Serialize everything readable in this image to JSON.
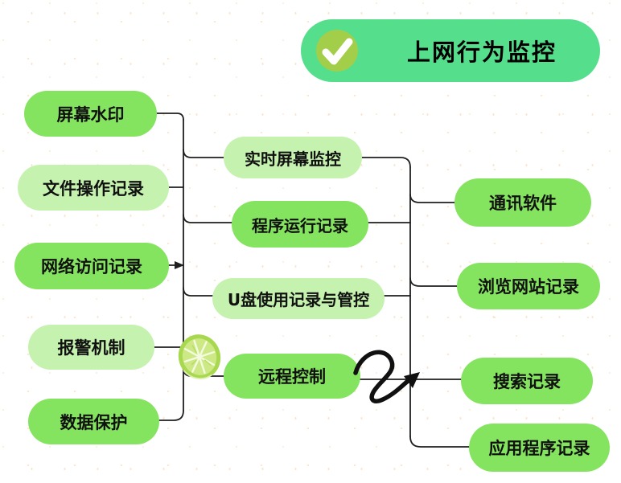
{
  "header": {
    "title": "上网行为监控",
    "icon": "check-icon",
    "pill_color": "#55df8d",
    "badge_color": "#a3ce49",
    "check_color": "#ffffff"
  },
  "colors": {
    "node_green": "#85e45f",
    "node_light_green": "#c5f2ae",
    "connector_line": "#1f1f1f",
    "text": "#111111",
    "background": "#ffffff",
    "background_dots": "#f9e4cc",
    "lime_rind": "#a8d84f",
    "lime_flesh": "#cde985",
    "arrow": "#111111"
  },
  "nodes": {
    "left": [
      {
        "label": "屏幕水印",
        "tone": "green"
      },
      {
        "label": "文件操作记录",
        "tone": "light"
      },
      {
        "label": "网络访问记录",
        "tone": "green"
      },
      {
        "label": "报警机制",
        "tone": "light"
      },
      {
        "label": "数据保护",
        "tone": "green"
      }
    ],
    "middle": [
      {
        "label": "实时屏幕监控",
        "tone": "light"
      },
      {
        "label": "程序运行记录",
        "tone": "green"
      },
      {
        "label": "U盘使用记录与管控",
        "tone": "light"
      },
      {
        "label": "远程控制",
        "tone": "green"
      }
    ],
    "right": [
      {
        "label": "通讯软件",
        "tone": "green"
      },
      {
        "label": "浏览网站记录",
        "tone": "green"
      },
      {
        "label": "搜索记录",
        "tone": "green"
      },
      {
        "label": "应用程序记录",
        "tone": "green"
      }
    ]
  },
  "decorations": [
    {
      "name": "lime-slice-icon"
    },
    {
      "name": "squiggle-arrow-icon"
    }
  ]
}
